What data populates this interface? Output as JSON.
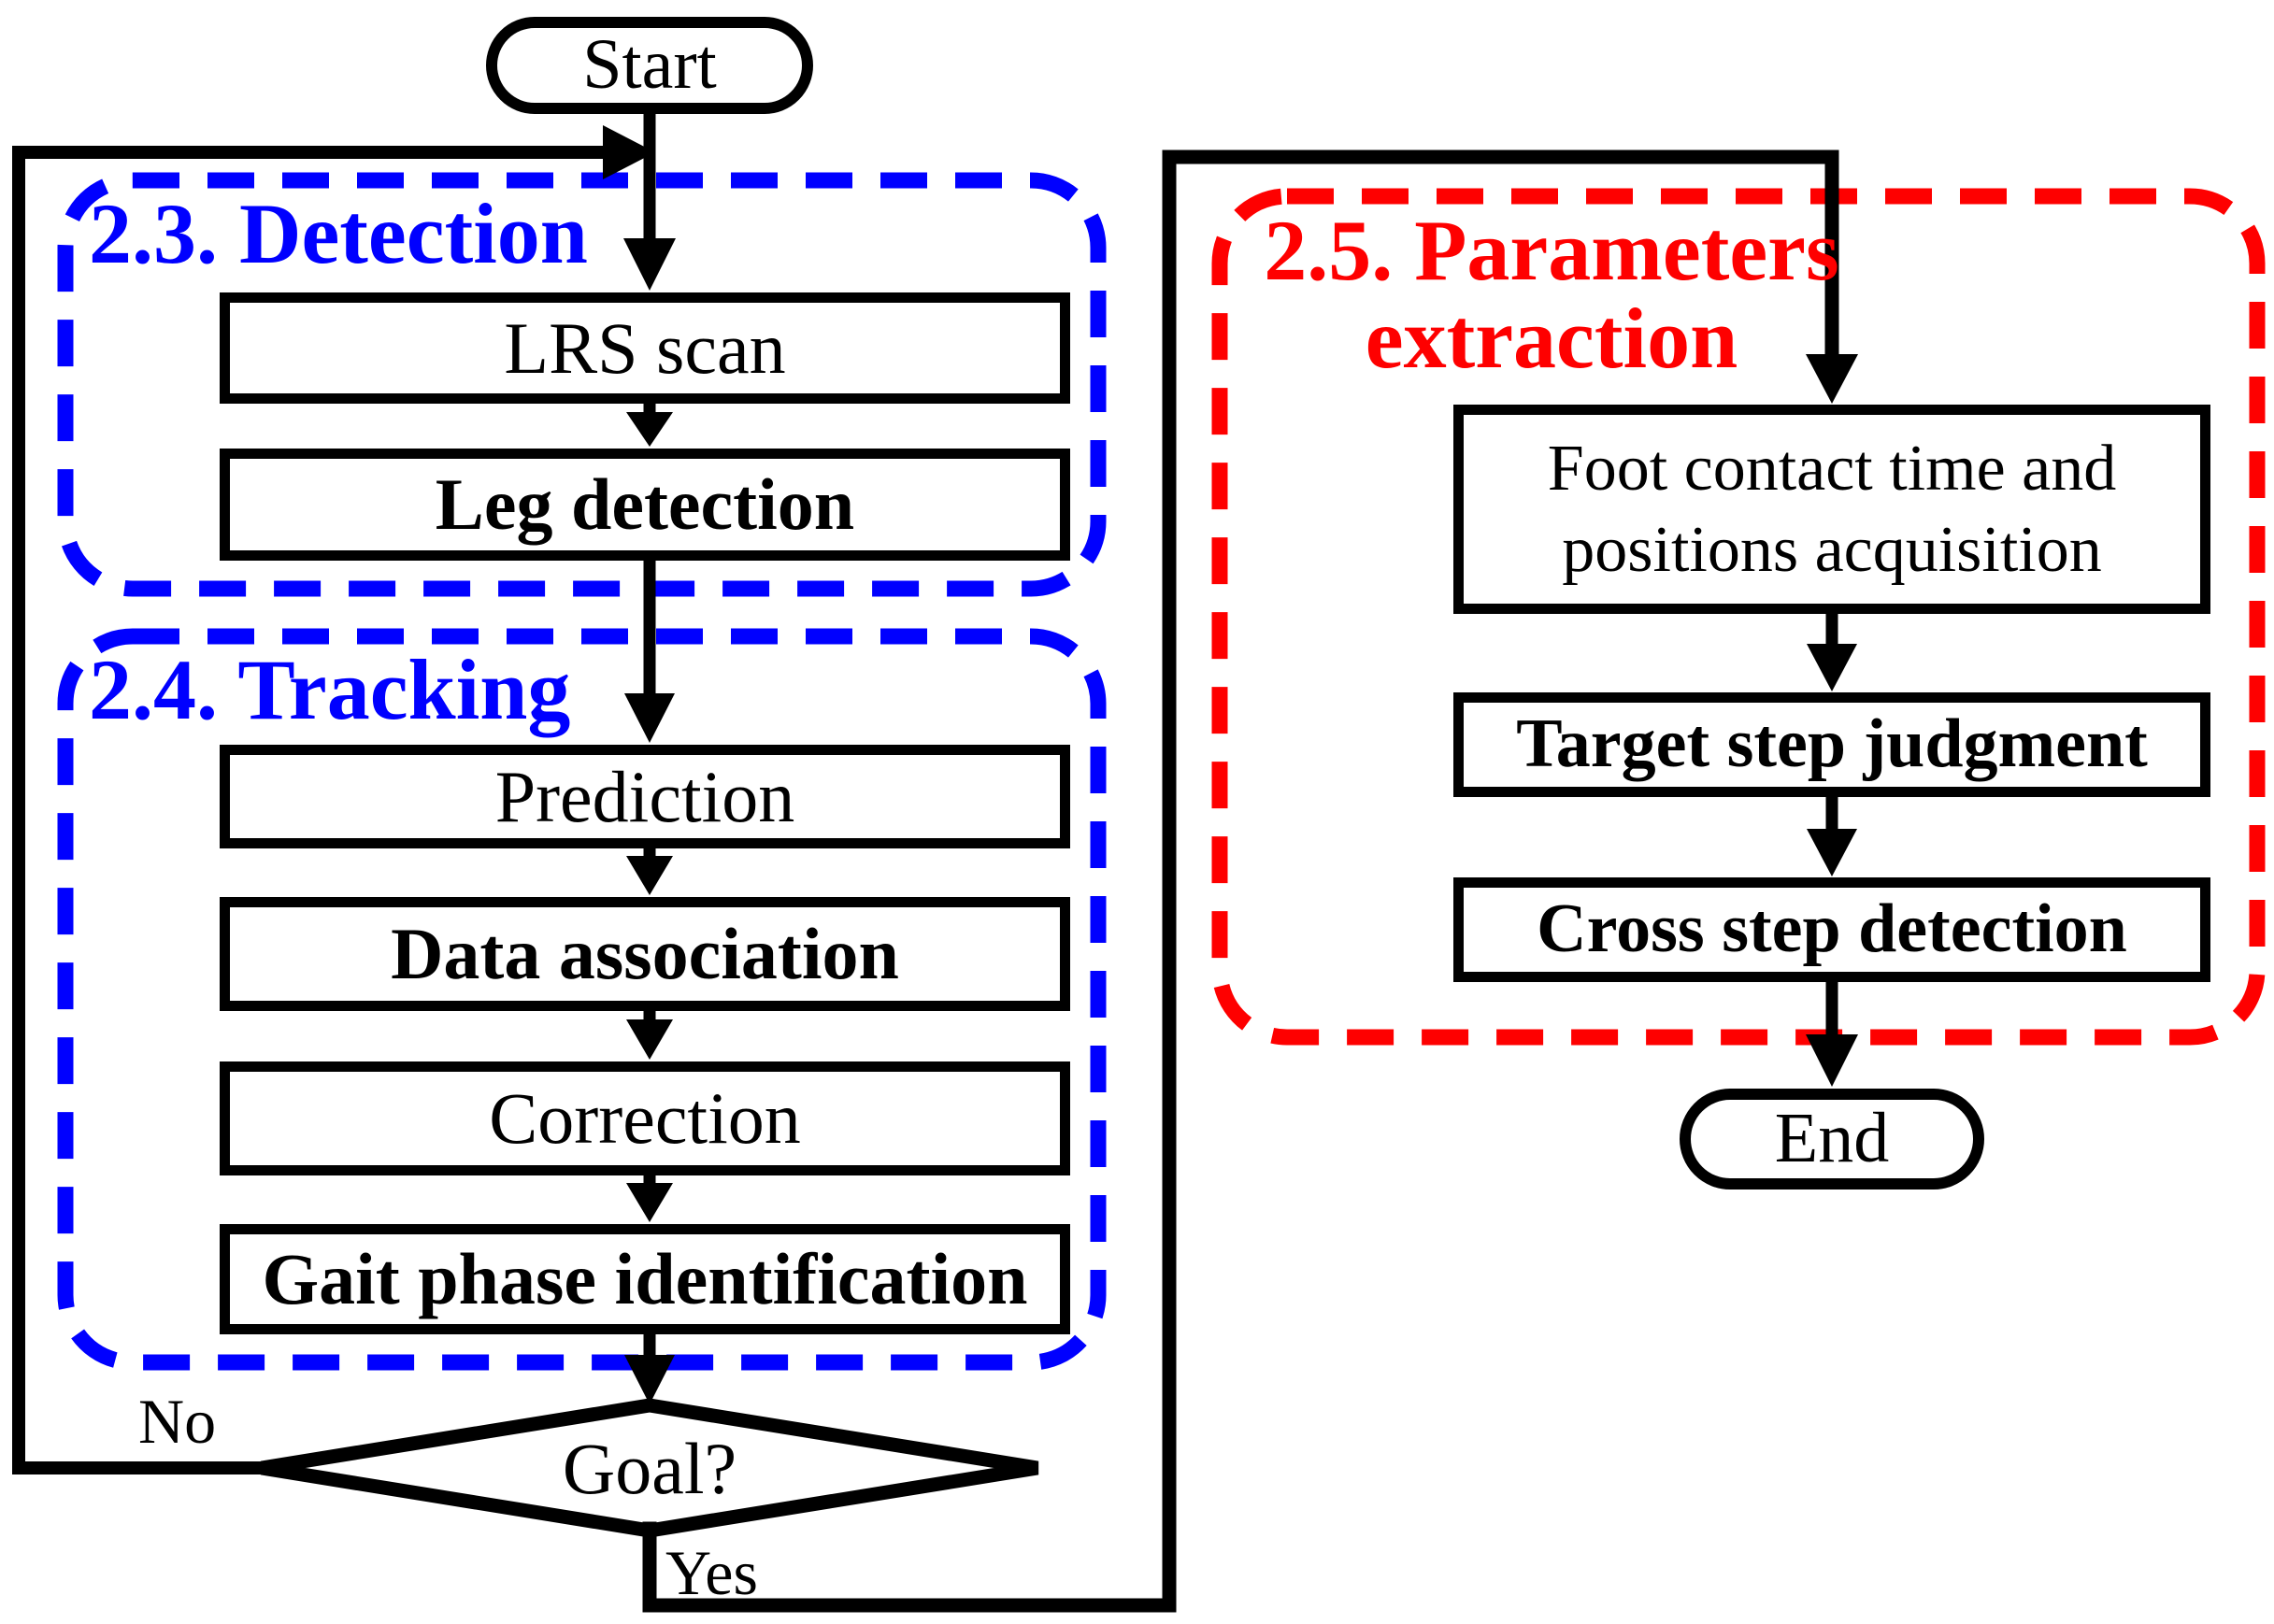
{
  "flowchart": {
    "start": "Start",
    "end": "End",
    "sections": {
      "detection": {
        "number_label": "2.3. Detection"
      },
      "tracking": {
        "number_label": "2.4. Tracking"
      },
      "parameters_extraction": {
        "label_line1": "2.5. Parameters",
        "label_line2": "extraction"
      }
    },
    "steps": {
      "lrs_scan": "LRS scan",
      "leg_detection": "Leg detection",
      "prediction": "Prediction",
      "data_association": "Data association",
      "correction": "Correction",
      "gait_phase_identification": "Gait phase identification",
      "foot_contact": {
        "line1": "Foot contact time and",
        "line2": "positions acquisition"
      },
      "target_step_judgment": "Target step judgment",
      "cross_step_detection": "Cross step detection"
    },
    "decision": {
      "label": "Goal?",
      "no": "No",
      "yes": "Yes"
    }
  },
  "colors": {
    "detection_section": "#0000ff",
    "tracking_section": "#0000ff",
    "parameters_section": "#fe0000",
    "line": "#000000",
    "background": "#ffffff"
  }
}
